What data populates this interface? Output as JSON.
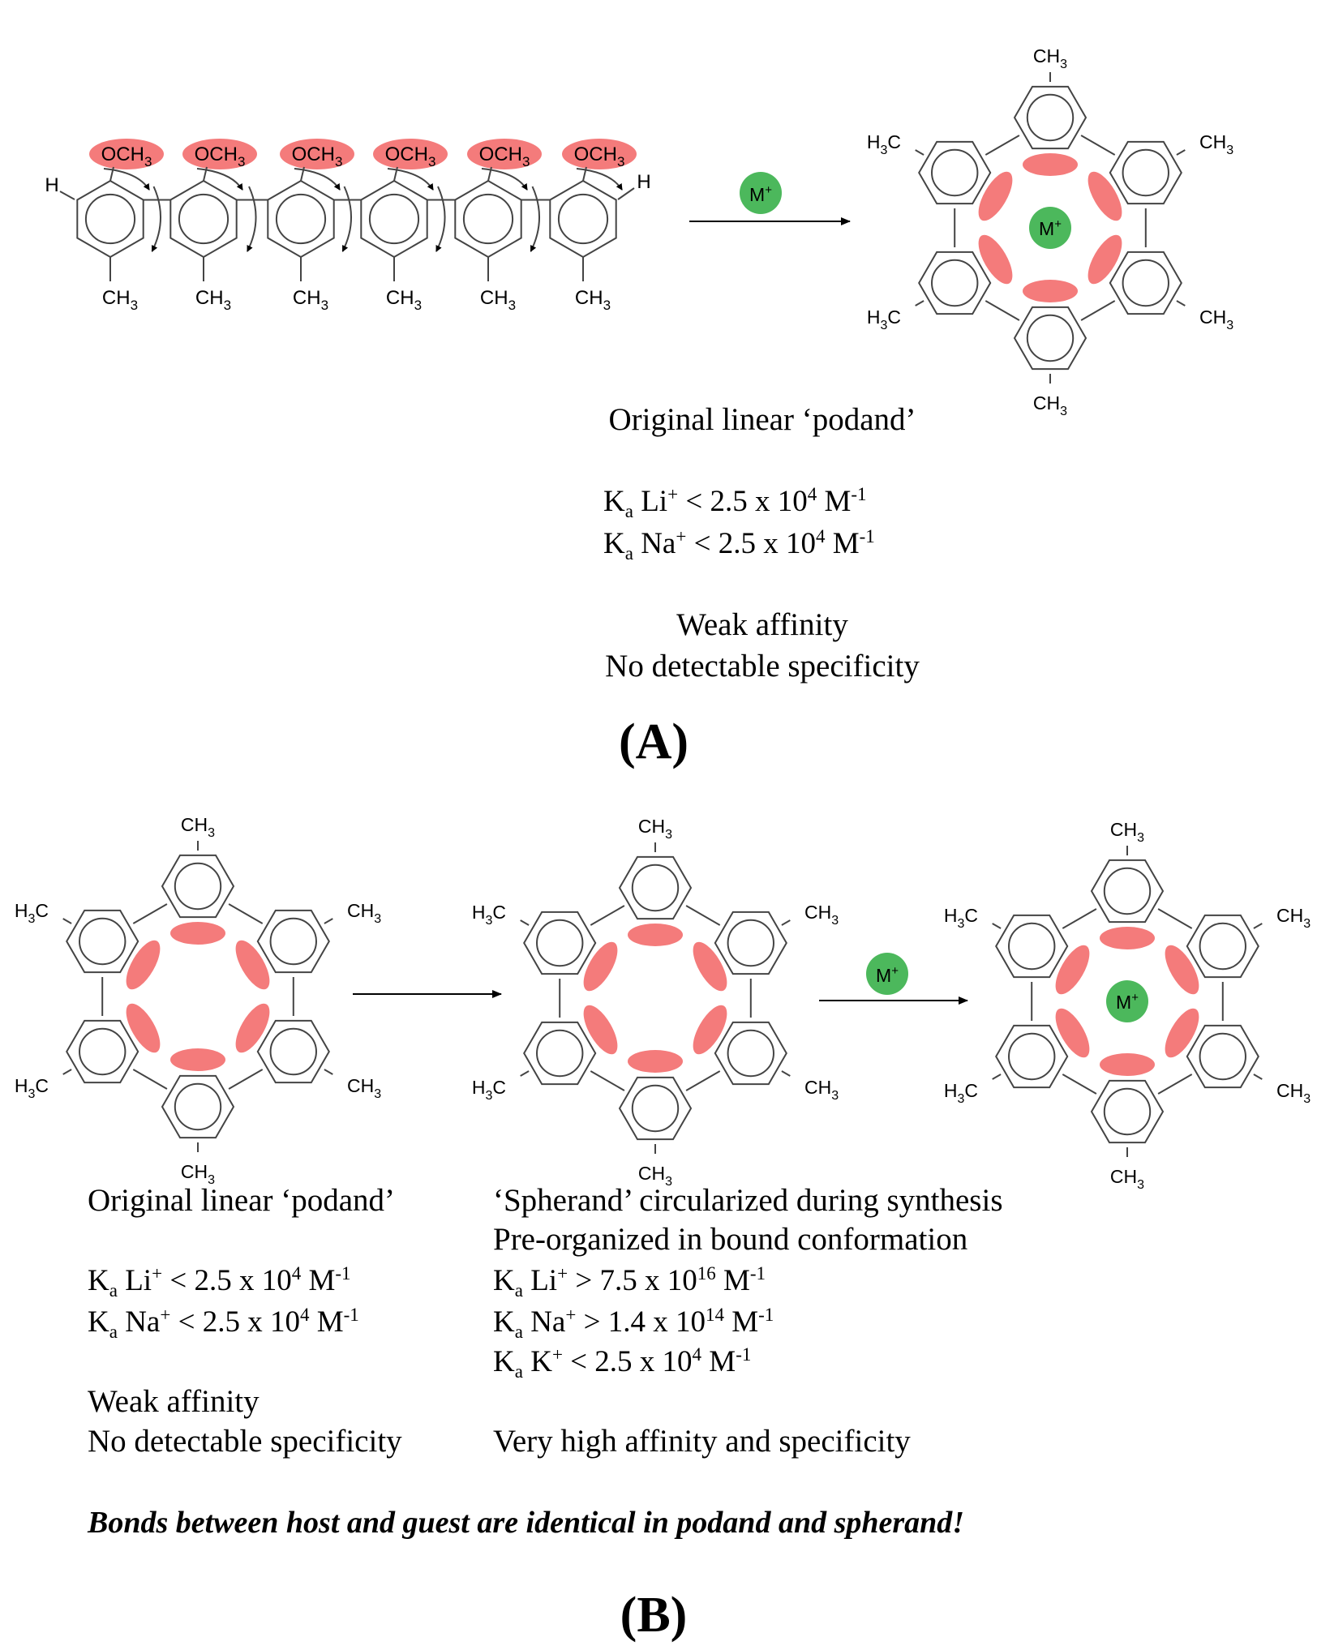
{
  "colors": {
    "oxygen_highlight": "#f47b7b",
    "metal_ion": "#4cb85c",
    "bond_line": "#444444",
    "text": "#000000"
  },
  "chem": {
    "och3_main": "OCH",
    "och3_sub": "3",
    "ch3_main": "CH",
    "ch3_sub": "3",
    "h3c_h": "H",
    "h3c_sub": "3",
    "h3c_c": "C",
    "h": "H",
    "metal_main": "M",
    "metal_sup": "+"
  },
  "panel_a": {
    "caption": "Original linear ‘podand’",
    "ka_li": {
      "k": "K",
      "a": "a",
      "ion": " Li",
      "charge": "+",
      "rel": "  < 2.5 x 10",
      "exp": "4",
      "unit": " M",
      "unit_exp": "-1"
    },
    "ka_na": {
      "k": "K",
      "a": "a",
      "ion": " Na",
      "charge": "+",
      "rel": " < 2.5 x 10",
      "exp": "4",
      "unit": " M",
      "unit_exp": "-1"
    },
    "note_1": "Weak affinity",
    "note_2": "No detectable specificity",
    "label": "(A)"
  },
  "panel_b": {
    "left": {
      "caption": "Original linear ‘podand’",
      "ka_li": {
        "k": "K",
        "a": "a",
        "ion": " Li",
        "charge": "+",
        "rel": "  < 2.5 x 10",
        "exp": "4",
        "unit": " M",
        "unit_exp": "-1"
      },
      "ka_na": {
        "k": "K",
        "a": "a",
        "ion": " Na",
        "charge": "+",
        "rel": " < 2.5 x 10",
        "exp": "4",
        "unit": " M",
        "unit_exp": "-1"
      },
      "note_1": "Weak affinity",
      "note_2": "No detectable specificity"
    },
    "right": {
      "caption_1": "‘Spherand’ circularized during synthesis",
      "caption_2": "Pre-organized in bound conformation",
      "ka_li": {
        "k": "K",
        "a": "a",
        "ion": " Li",
        "charge": "+",
        "rel": "  > 7.5 x 10",
        "exp": "16",
        "unit": " M",
        "unit_exp": "-1"
      },
      "ka_na": {
        "k": "K",
        "a": "a",
        "ion": " Na",
        "charge": "+",
        "rel": " > 1.4 x 10",
        "exp": "14",
        "unit": " M",
        "unit_exp": "-1"
      },
      "ka_k": {
        "k": "K",
        "a": "a",
        "ion": " K",
        "charge": "+",
        "rel": "  < 2.5 x 10",
        "exp": "4",
        "unit": " M",
        "unit_exp": "-1"
      },
      "note": "Very high affinity and specificity"
    },
    "footer": "Bonds between host and guest are identical in podand and spherand!",
    "label": "(B)"
  }
}
